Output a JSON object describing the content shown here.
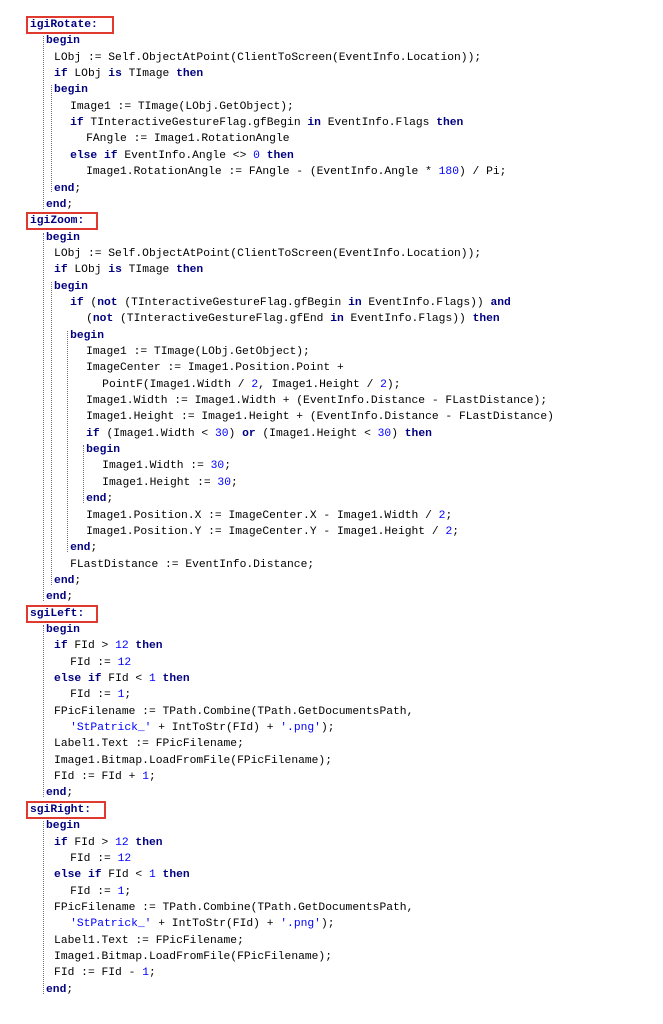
{
  "accent_color": "#e03a30",
  "keyword_color": "#000080",
  "literal_color": "#0000ff",
  "labels": [
    "igiRotate:",
    "igiZoom:",
    "sgiLeft:",
    "sgiRight:"
  ],
  "lines": [
    {
      "i": 1,
      "t": [
        [
          "igiRotate:",
          "label"
        ]
      ]
    },
    {
      "i": 3,
      "t": [
        [
          "begin",
          "kw"
        ]
      ]
    },
    {
      "i": 4,
      "t": [
        [
          "LObj := Self.ObjectAtPoint(ClientToScreen(EventInfo.Location));",
          ""
        ]
      ]
    },
    {
      "i": 4,
      "t": [
        [
          "if",
          "kw"
        ],
        [
          " LObj ",
          ""
        ],
        [
          "is",
          "kw"
        ],
        [
          " TImage ",
          ""
        ],
        [
          "then",
          "kw"
        ]
      ]
    },
    {
      "i": 4,
      "t": [
        [
          "begin",
          "kw"
        ]
      ]
    },
    {
      "i": 6,
      "t": [
        [
          "Image1 := TImage(LObj.GetObject);",
          ""
        ]
      ]
    },
    {
      "i": 6,
      "t": [
        [
          "if",
          "kw"
        ],
        [
          " TInteractiveGestureFlag.gfBegin ",
          ""
        ],
        [
          "in",
          "kw"
        ],
        [
          " EventInfo.Flags ",
          ""
        ],
        [
          "then",
          "kw"
        ]
      ]
    },
    {
      "i": 8,
      "t": [
        [
          "FAngle := Image1.RotationAngle",
          ""
        ]
      ]
    },
    {
      "i": 6,
      "t": [
        [
          "else if",
          "kw"
        ],
        [
          " EventInfo.Angle <> ",
          ""
        ],
        [
          "0",
          "num"
        ],
        [
          " ",
          ""
        ],
        [
          "then",
          "kw"
        ]
      ]
    },
    {
      "i": 8,
      "t": [
        [
          "Image1.RotationAngle := FAngle - (EventInfo.Angle * ",
          ""
        ],
        [
          "180",
          "num"
        ],
        [
          ") / Pi;",
          ""
        ]
      ]
    },
    {
      "i": 4,
      "t": [
        [
          "end",
          "kw"
        ],
        [
          ";",
          ""
        ]
      ]
    },
    {
      "i": 3,
      "t": [
        [
          "end",
          "kw"
        ],
        [
          ";",
          ""
        ]
      ]
    },
    {
      "i": 1,
      "t": [
        [
          "igiZoom:",
          "label"
        ]
      ]
    },
    {
      "i": 3,
      "t": [
        [
          "begin",
          "kw"
        ]
      ]
    },
    {
      "i": 4,
      "t": [
        [
          "LObj := Self.ObjectAtPoint(ClientToScreen(EventInfo.Location));",
          ""
        ]
      ]
    },
    {
      "i": 4,
      "t": [
        [
          "if",
          "kw"
        ],
        [
          " LObj ",
          ""
        ],
        [
          "is",
          "kw"
        ],
        [
          " TImage ",
          ""
        ],
        [
          "then",
          "kw"
        ]
      ]
    },
    {
      "i": 4,
      "t": [
        [
          "begin",
          "kw"
        ]
      ]
    },
    {
      "i": 6,
      "t": [
        [
          "if",
          "kw"
        ],
        [
          " (",
          ""
        ],
        [
          "not",
          "kw"
        ],
        [
          " (TInteractiveGestureFlag.gfBegin ",
          ""
        ],
        [
          "in",
          "kw"
        ],
        [
          " EventInfo.Flags)) ",
          ""
        ],
        [
          "and",
          "kw"
        ]
      ]
    },
    {
      "i": 8,
      "t": [
        [
          "(",
          ""
        ],
        [
          "not",
          "kw"
        ],
        [
          " (TInteractiveGestureFlag.gfEnd ",
          ""
        ],
        [
          "in",
          "kw"
        ],
        [
          " EventInfo.Flags)) ",
          ""
        ],
        [
          "then",
          "kw"
        ]
      ]
    },
    {
      "i": 6,
      "t": [
        [
          "begin",
          "kw"
        ]
      ]
    },
    {
      "i": 8,
      "t": [
        [
          "Image1 := TImage(LObj.GetObject);",
          ""
        ]
      ]
    },
    {
      "i": 8,
      "t": [
        [
          "ImageCenter := Image1.Position.Point +",
          ""
        ]
      ]
    },
    {
      "i": 10,
      "t": [
        [
          "PointF(Image1.Width / ",
          ""
        ],
        [
          "2",
          "num"
        ],
        [
          ", Image1.Height / ",
          ""
        ],
        [
          "2",
          "num"
        ],
        [
          ");",
          ""
        ]
      ]
    },
    {
      "i": 8,
      "t": [
        [
          "Image1.Width := Image1.Width + (EventInfo.Distance - FLastDistance);",
          ""
        ]
      ]
    },
    {
      "i": 8,
      "t": [
        [
          "Image1.Height := Image1.Height + (EventInfo.Distance - FLastDistance)",
          ""
        ]
      ]
    },
    {
      "i": 8,
      "t": [
        [
          "if",
          "kw"
        ],
        [
          " (Image1.Width < ",
          ""
        ],
        [
          "30",
          "num"
        ],
        [
          ") ",
          ""
        ],
        [
          "or",
          "kw"
        ],
        [
          " (Image1.Height < ",
          ""
        ],
        [
          "30",
          "num"
        ],
        [
          ") ",
          ""
        ],
        [
          "then",
          "kw"
        ]
      ]
    },
    {
      "i": 8,
      "t": [
        [
          "begin",
          "kw"
        ]
      ]
    },
    {
      "i": 10,
      "t": [
        [
          "Image1.Width := ",
          ""
        ],
        [
          "30",
          "num"
        ],
        [
          ";",
          ""
        ]
      ]
    },
    {
      "i": 10,
      "t": [
        [
          "Image1.Height := ",
          ""
        ],
        [
          "30",
          "num"
        ],
        [
          ";",
          ""
        ]
      ]
    },
    {
      "i": 8,
      "t": [
        [
          "end",
          "kw"
        ],
        [
          ";",
          ""
        ]
      ]
    },
    {
      "i": 8,
      "t": [
        [
          "Image1.Position.X := ImageCenter.X - Image1.Width / ",
          ""
        ],
        [
          "2",
          "num"
        ],
        [
          ";",
          ""
        ]
      ]
    },
    {
      "i": 8,
      "t": [
        [
          "Image1.Position.Y := ImageCenter.Y - Image1.Height / ",
          ""
        ],
        [
          "2",
          "num"
        ],
        [
          ";",
          ""
        ]
      ]
    },
    {
      "i": 6,
      "t": [
        [
          "end",
          "kw"
        ],
        [
          ";",
          ""
        ]
      ]
    },
    {
      "i": 6,
      "t": [
        [
          "FLastDistance := EventInfo.Distance;",
          ""
        ]
      ]
    },
    {
      "i": 4,
      "t": [
        [
          "end",
          "kw"
        ],
        [
          ";",
          ""
        ]
      ]
    },
    {
      "i": 3,
      "t": [
        [
          "end",
          "kw"
        ],
        [
          ";",
          ""
        ]
      ]
    },
    {
      "i": 1,
      "t": [
        [
          "sgiLeft:",
          "label"
        ]
      ]
    },
    {
      "i": 3,
      "t": [
        [
          "begin",
          "kw"
        ]
      ]
    },
    {
      "i": 4,
      "t": [
        [
          "if",
          "kw"
        ],
        [
          " FId > ",
          ""
        ],
        [
          "12",
          "num"
        ],
        [
          " ",
          ""
        ],
        [
          "then",
          "kw"
        ]
      ]
    },
    {
      "i": 6,
      "t": [
        [
          "FId := ",
          ""
        ],
        [
          "12",
          "num"
        ]
      ]
    },
    {
      "i": 4,
      "t": [
        [
          "else if",
          "kw"
        ],
        [
          " FId < ",
          ""
        ],
        [
          "1",
          "num"
        ],
        [
          " ",
          ""
        ],
        [
          "then",
          "kw"
        ]
      ]
    },
    {
      "i": 6,
      "t": [
        [
          "FId := ",
          ""
        ],
        [
          "1",
          "num"
        ],
        [
          ";",
          ""
        ]
      ]
    },
    {
      "i": 4,
      "t": [
        [
          "FPicFilename := TPath.Combine(TPath.GetDocumentsPath,",
          ""
        ]
      ]
    },
    {
      "i": 6,
      "t": [
        [
          "'StPatrick_'",
          "str"
        ],
        [
          " + IntToStr(FId) + ",
          ""
        ],
        [
          "'.png'",
          "str"
        ],
        [
          ");",
          ""
        ]
      ]
    },
    {
      "i": 4,
      "t": [
        [
          "Label1.Text := FPicFilename;",
          ""
        ]
      ]
    },
    {
      "i": 4,
      "t": [
        [
          "Image1.Bitmap.LoadFromFile(FPicFilename);",
          ""
        ]
      ]
    },
    {
      "i": 4,
      "t": [
        [
          "FId := FId + ",
          ""
        ],
        [
          "1",
          "num"
        ],
        [
          ";",
          ""
        ]
      ]
    },
    {
      "i": 3,
      "t": [
        [
          "end",
          "kw"
        ],
        [
          ";",
          ""
        ]
      ]
    },
    {
      "i": 1,
      "t": [
        [
          "sgiRight:",
          "label"
        ]
      ]
    },
    {
      "i": 3,
      "t": [
        [
          "begin",
          "kw"
        ]
      ]
    },
    {
      "i": 4,
      "t": [
        [
          "if",
          "kw"
        ],
        [
          " FId > ",
          ""
        ],
        [
          "12",
          "num"
        ],
        [
          " ",
          ""
        ],
        [
          "then",
          "kw"
        ]
      ]
    },
    {
      "i": 6,
      "t": [
        [
          "FId := ",
          ""
        ],
        [
          "12",
          "num"
        ]
      ]
    },
    {
      "i": 4,
      "t": [
        [
          "else if",
          "kw"
        ],
        [
          " FId < ",
          ""
        ],
        [
          "1",
          "num"
        ],
        [
          " ",
          ""
        ],
        [
          "then",
          "kw"
        ]
      ]
    },
    {
      "i": 6,
      "t": [
        [
          "FId := ",
          ""
        ],
        [
          "1",
          "num"
        ],
        [
          ";",
          ""
        ]
      ]
    },
    {
      "i": 4,
      "t": [
        [
          "FPicFilename := TPath.Combine(TPath.GetDocumentsPath,",
          ""
        ]
      ]
    },
    {
      "i": 6,
      "t": [
        [
          "'StPatrick_'",
          "str"
        ],
        [
          " + IntToStr(FId) + ",
          ""
        ],
        [
          "'.png'",
          "str"
        ],
        [
          ");",
          ""
        ]
      ]
    },
    {
      "i": 4,
      "t": [
        [
          "Label1.Text := FPicFilename;",
          ""
        ]
      ]
    },
    {
      "i": 4,
      "t": [
        [
          "Image1.Bitmap.LoadFromFile(FPicFilename);",
          ""
        ]
      ]
    },
    {
      "i": 4,
      "t": [
        [
          "FId := FId - ",
          ""
        ],
        [
          "1",
          "num"
        ],
        [
          ";",
          ""
        ]
      ]
    },
    {
      "i": 3,
      "t": [
        [
          "end",
          "kw"
        ],
        [
          ";",
          ""
        ]
      ]
    }
  ]
}
